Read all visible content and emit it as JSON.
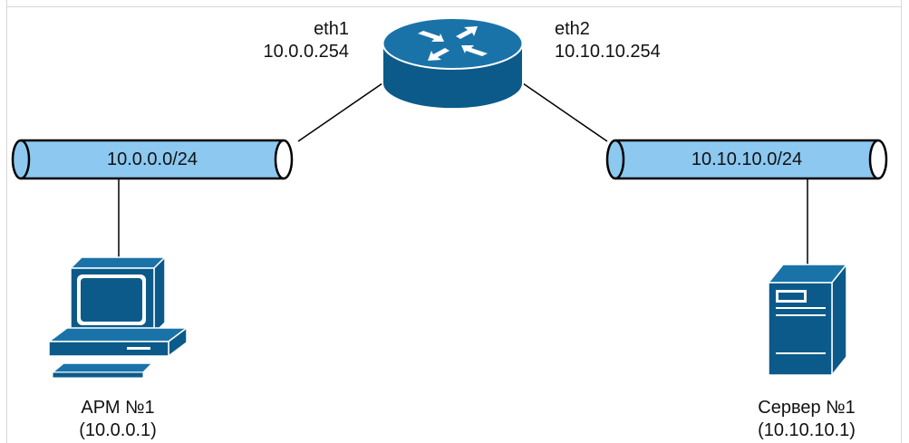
{
  "router": {
    "eth1_name": "eth1",
    "eth1_ip": "10.0.0.254",
    "eth2_name": "eth2",
    "eth2_ip": "10.10.10.254"
  },
  "networks": [
    {
      "label": "10.0.0.0/24"
    },
    {
      "label": "10.10.10.0/24"
    }
  ],
  "hosts": [
    {
      "name": "АРМ №1",
      "ip": "(10.0.0.1)",
      "icon": "workstation-icon"
    },
    {
      "name": "Сервер №1",
      "ip": "(10.10.10.1)",
      "icon": "server-icon"
    }
  ],
  "colors": {
    "device_dark": "#0b5a8a",
    "device_light": "#1a73a8",
    "bus_fill": "#8cc8f0",
    "line": "#000000"
  }
}
